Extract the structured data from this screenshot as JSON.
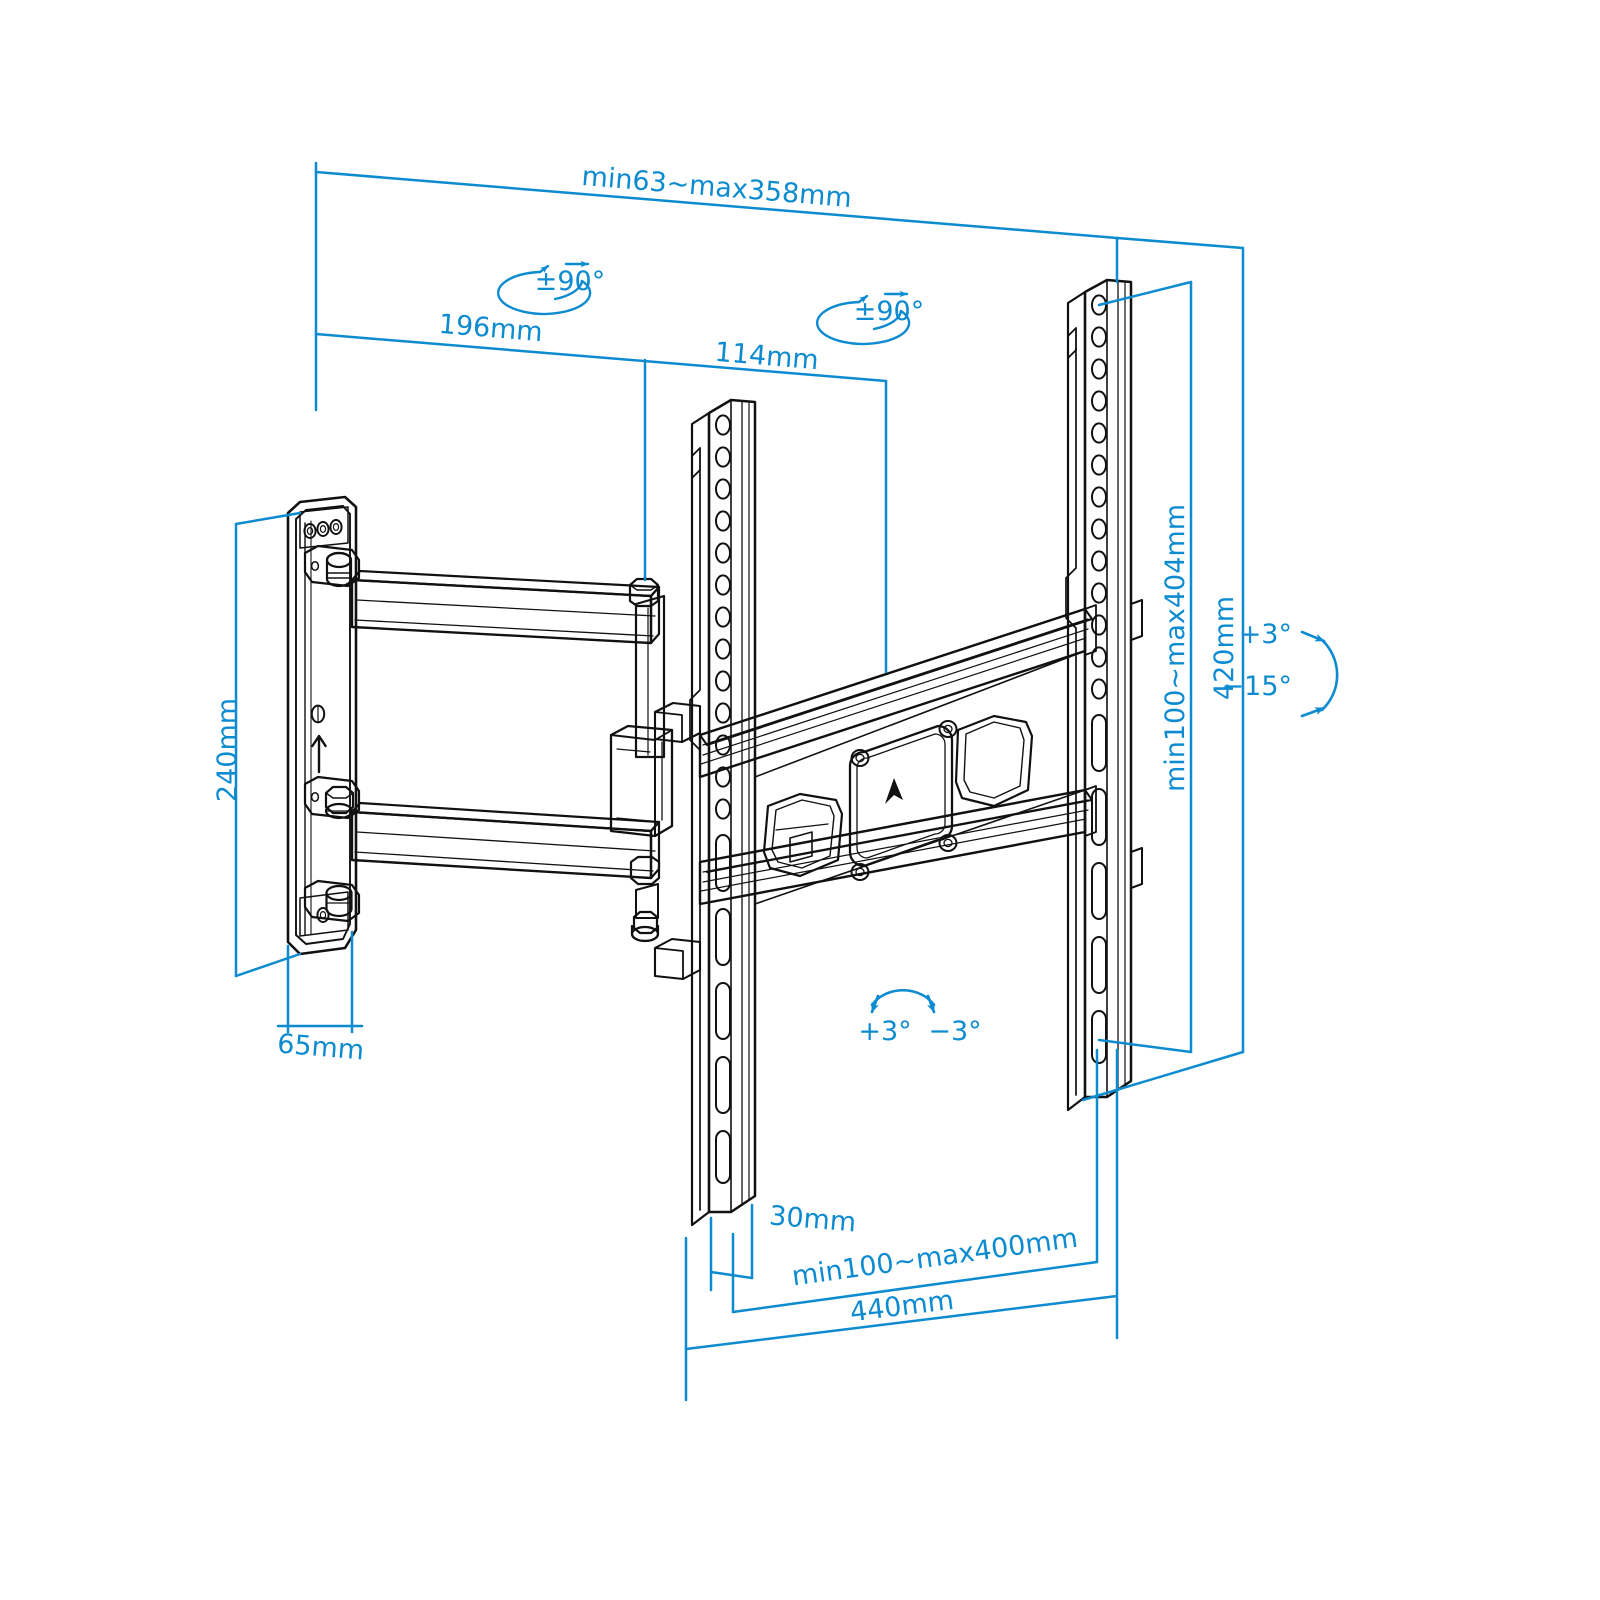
{
  "drawing": {
    "title": "TV wall mount articulating arm technical dimension drawing",
    "colors": {
      "dimension": "#0d8bd0",
      "outline": "#111111",
      "background": "#ffffff"
    }
  },
  "dimensions": {
    "extension_total": "min63~max358mm",
    "arm_segment_1": "196mm",
    "arm_segment_2": "114mm",
    "wall_plate_height": "240mm",
    "wall_plate_width": "65mm",
    "rail_height_range": "min100~max404mm",
    "rail_height_total": "420mm",
    "rail_depth": "30mm",
    "rail_width_range": "min100~max400mm",
    "rail_width_total": "440mm"
  },
  "angles": {
    "swivel_1": "±90°",
    "swivel_2": "±90°",
    "tilt_up": "+3°",
    "tilt_down": "−15°",
    "roll_left": "+3°",
    "roll_right": "−3°"
  },
  "markings": {
    "up_arrow_plate": "▲",
    "up_arrow_wallplate": "↑"
  }
}
